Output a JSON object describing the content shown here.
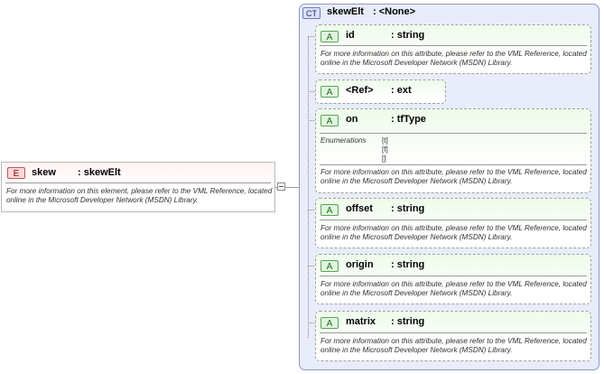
{
  "element": {
    "badge": "E",
    "name": "skew",
    "type": ": skewElt",
    "doc": "For more information on this element, please refer to the VML Reference, located online in the Microsoft Developer Network (MSDN) Library."
  },
  "complex_type": {
    "badge": "CT",
    "name": "skewElt",
    "type": ": <None>"
  },
  "attributes": [
    {
      "badge": "A",
      "name": "id",
      "type": ": string",
      "doc": "For more information on this attribute, please refer to the VML Reference, located online in the Microsoft Developer Network (MSDN) Library."
    },
    {
      "badge": "A",
      "name": "<Ref>",
      "type": ": ext"
    },
    {
      "badge": "A",
      "name": "on",
      "type": ": tfType",
      "enum_label": "Enumerations",
      "enum_values": [
        "[t]",
        "[f]",
        "[]"
      ],
      "doc": "For more information on this attribute, please refer to the VML Reference, located online in the Microsoft Developer Network (MSDN) Library."
    },
    {
      "badge": "A",
      "name": "offset",
      "type": ": string",
      "doc": "For more information on this attribute, please refer to the VML Reference, located online in the Microsoft Developer Network (MSDN) Library."
    },
    {
      "badge": "A",
      "name": "origin",
      "type": ": string",
      "doc": "For more information on this attribute, please refer to the VML Reference, located online in the Microsoft Developer Network (MSDN) Library."
    },
    {
      "badge": "A",
      "name": "matrix",
      "type": ": string",
      "doc": "For more information on this attribute, please refer to the VML Reference, located online in the Microsoft Developer Network (MSDN) Library."
    }
  ]
}
